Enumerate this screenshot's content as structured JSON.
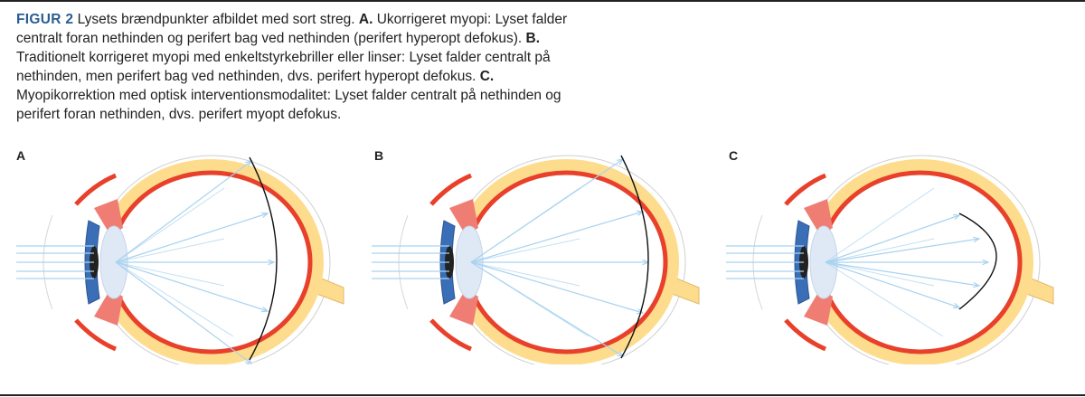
{
  "caption": {
    "figure_label": "FIGUR 2",
    "intro": "Lysets brændpunkter afbildet med sort streg.",
    "a_label": "A.",
    "a_text": "Ukorrigeret myopi: Lyset falder centralt foran nethinden og perifert bag ved nethinden (perifert hyperopt defokus).",
    "b_label": "B.",
    "b_text": "Traditionelt korrigeret myopi med enkeltstyrkebriller eller linser: Lyset falder centralt på nethinden, men perifert bag ved nethinden, dvs. perifert hyperopt defokus.",
    "c_label": "C.",
    "c_text": "Myopikorrektion med optisk interventionsmodalitet: Lyset falder centralt på nethinden og perifert foran nethinden, dvs. perifert myopt defokus."
  },
  "panels": [
    {
      "label": "A",
      "focus_type": "hyperopic-curve-behind"
    },
    {
      "label": "B",
      "focus_type": "hyperopic-curve-on-retina"
    },
    {
      "label": "C",
      "focus_type": "myopic-curve-front"
    }
  ],
  "colors": {
    "figure_label": "#2a5d8f",
    "sclera": "#fddc8e",
    "choroid": "#e8402a",
    "iris": "#3a6fb8",
    "ciliary": "#ef7d73",
    "lens": "#dfe9f6",
    "rays": "#a9d3ef",
    "focus_line": "#111111"
  }
}
